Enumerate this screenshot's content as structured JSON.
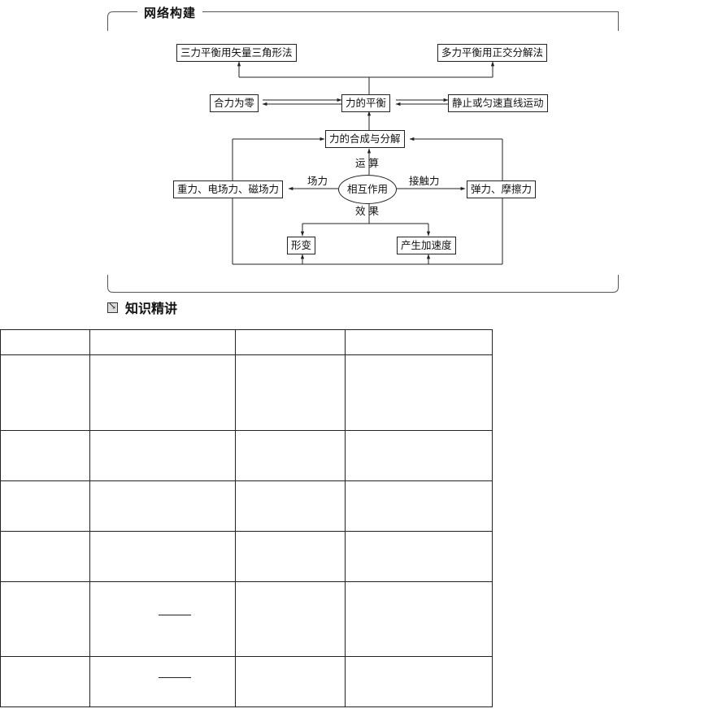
{
  "network": {
    "title": "网络构建",
    "nodes": {
      "triangle_method": "三力平衡用矢量三角形法",
      "orthogonal_method": "多力平衡用正交分解法",
      "net_force_zero": "合力为零",
      "force_balance": "力的平衡",
      "rest_or_uniform_motion": "静止或匀速直线运动",
      "composition_decomposition": "力的合成与分解",
      "interaction": "相互作用",
      "field_forces": "重力、电场力、磁场力",
      "contact_forces": "弹力、摩擦力",
      "deformation": "形变",
      "acceleration": "产生加速度"
    },
    "edge_labels": {
      "operation": "运 算",
      "field": "场力",
      "contact": "接触力",
      "effect": "效 果"
    }
  },
  "section": {
    "title": "知识精讲"
  },
  "table": {
    "column_count": 4,
    "row_count": 7
  }
}
